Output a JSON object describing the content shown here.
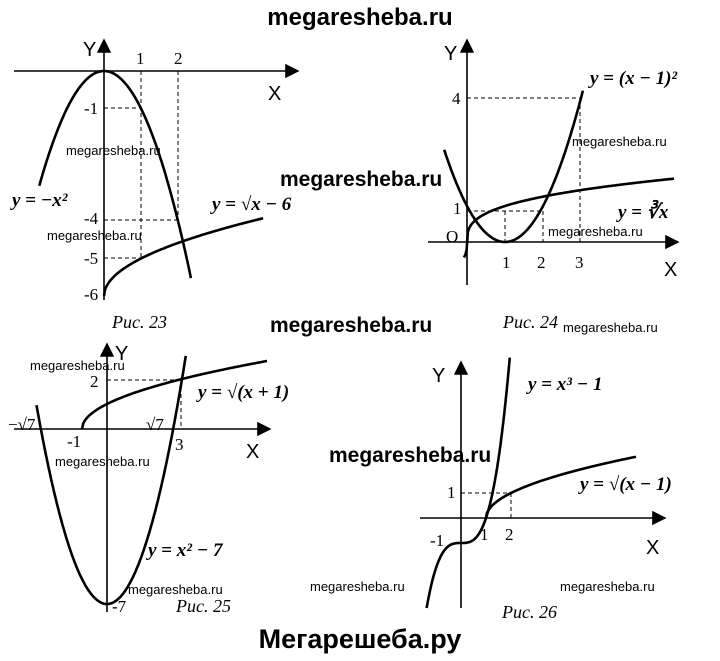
{
  "header": "megaresheba.ru",
  "footer": "Мегарешеба.ру",
  "watermarks": {
    "small": "megaresheba.ru",
    "large": "megaresheba.ru"
  },
  "figures": [
    {
      "id": "fig23",
      "caption": "Рис. 23",
      "axis_x": "X",
      "axis_y": "Y",
      "x_ticks": [
        "1",
        "2"
      ],
      "y_ticks": [
        "-1",
        "-4",
        "-5",
        "-6"
      ],
      "equations": {
        "parabola": "y = −x²",
        "root": "y = √x − 6"
      }
    },
    {
      "id": "fig24",
      "caption": "Рис. 24",
      "axis_x": "X",
      "axis_y": "Y",
      "origin": "O",
      "x_ticks": [
        "1",
        "2",
        "3"
      ],
      "y_ticks": [
        "1",
        "4"
      ],
      "equations": {
        "parabola": "y = (x − 1)²",
        "root": "y = ∛x"
      }
    },
    {
      "id": "fig25",
      "caption": "Рис. 25",
      "axis_x": "X",
      "axis_y": "Y",
      "x_ticks": [
        "−√7",
        "-1",
        "√7",
        "3"
      ],
      "y_ticks": [
        "2",
        "-7"
      ],
      "equations": {
        "parabola": "y = x² − 7",
        "root": "y = √(x + 1)"
      }
    },
    {
      "id": "fig26",
      "caption": "Рис. 26",
      "axis_x": "X",
      "axis_y": "Y",
      "x_ticks": [
        "-1",
        "1",
        "2"
      ],
      "y_ticks": [
        "1"
      ],
      "equations": {
        "cubic": "y = x³ − 1",
        "root": "y = √(x − 1)"
      }
    }
  ]
}
